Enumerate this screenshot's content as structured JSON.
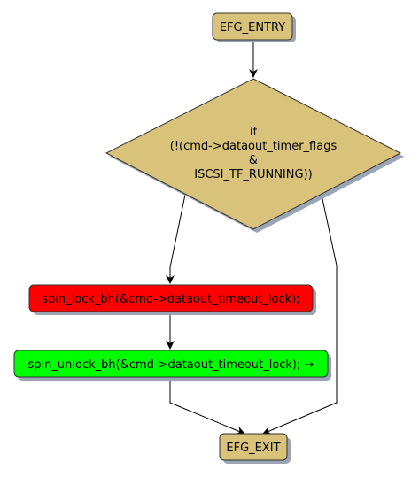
{
  "nodes": {
    "entry": {
      "label": "EFG_ENTRY",
      "fill": "#d9c27a"
    },
    "condition": {
      "lines": [
        "if",
        "(!(cmd->dataout_timer_flags",
        "&",
        "ISCSI_TF_RUNNING))"
      ],
      "fill": "#d9c27a"
    },
    "lock": {
      "label": "spin_lock_bh(&cmd->dataout_timeout_lock);",
      "fill": "#ff0000"
    },
    "unlock": {
      "label": "spin_unlock_bh(&cmd->dataout_timeout_lock); →",
      "fill": "#00ff00"
    },
    "exit": {
      "label": "EFG_EXIT",
      "fill": "#d9c27a"
    }
  },
  "colors": {
    "shadow": "#9ba5b5",
    "stroke": "#333333",
    "edge": "#000000"
  }
}
